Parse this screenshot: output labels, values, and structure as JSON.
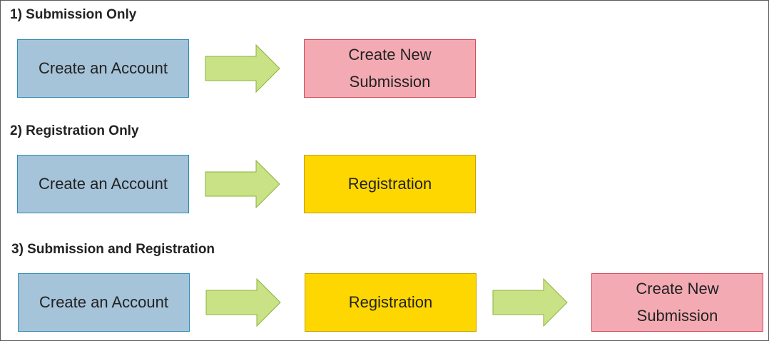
{
  "colors": {
    "account_fill": "#a5c3d9",
    "account_border": "#2e8cb3",
    "submission_fill": "#f3aab3",
    "submission_border": "#d34a5a",
    "registration_fill": "#ffd700",
    "registration_border": "#c2a100",
    "arrow_fill": "#c9e286",
    "arrow_border": "#8cb33c"
  },
  "sections": [
    {
      "title": "1) Submission Only",
      "steps": [
        "Create an Account",
        "Create New\nSubmission"
      ]
    },
    {
      "title": "2) Registration Only",
      "steps": [
        "Create an Account",
        "Registration"
      ]
    },
    {
      "title": "3) Submission and Registration",
      "steps": [
        "Create an Account",
        "Registration",
        "Create New\nSubmission"
      ]
    }
  ]
}
